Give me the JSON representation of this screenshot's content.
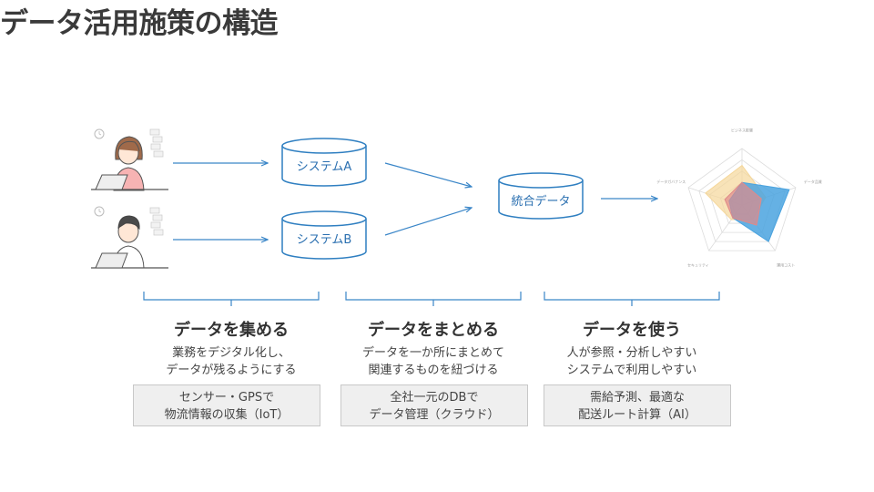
{
  "slide": {
    "title": "データ活用施策の構造"
  },
  "systems": {
    "a_label": "システムA",
    "b_label": "システムB",
    "integrated_label": "統合データ"
  },
  "radar": {
    "axis_labels": [
      "ビジネス影響",
      "データ品質",
      "運用コスト",
      "セキュリティ",
      "データガバナンス"
    ],
    "scale_levels": 5,
    "series": [
      {
        "color": "#f5d79a",
        "values": [
          3.5,
          2.2,
          1.6,
          1.6,
          3.4
        ]
      },
      {
        "color": "#4aa3df",
        "values": [
          2.0,
          4.4,
          4.0,
          1.4,
          1.2
        ]
      },
      {
        "color": "#e08a8a",
        "values": [
          2.0,
          1.8,
          2.2,
          1.4,
          1.6
        ]
      }
    ]
  },
  "columns": [
    {
      "title": "データを集める",
      "desc_line1": "業務をデジタル化し、",
      "desc_line2": "データが残るようにする",
      "box_line1": "センサー・GPSで",
      "box_line2": "物流情報の収集（IoT）"
    },
    {
      "title": "データをまとめる",
      "desc_line1": "データを一か所にまとめて",
      "desc_line2": "関連するものを紐づける",
      "box_line1": "全社一元のDBで",
      "box_line2": "データ管理（クラウド）"
    },
    {
      "title": "データを使う",
      "desc_line1": "人が参照・分析しやすい",
      "desc_line2": "システムで利用しやすい",
      "box_line1": "需給予測、最適な",
      "box_line2": "配送ルート計算（AI）"
    }
  ],
  "colors": {
    "accent_blue": "#3a86c8",
    "cylinder_stroke": "#2f7fc1",
    "box_bg": "#efefef"
  }
}
